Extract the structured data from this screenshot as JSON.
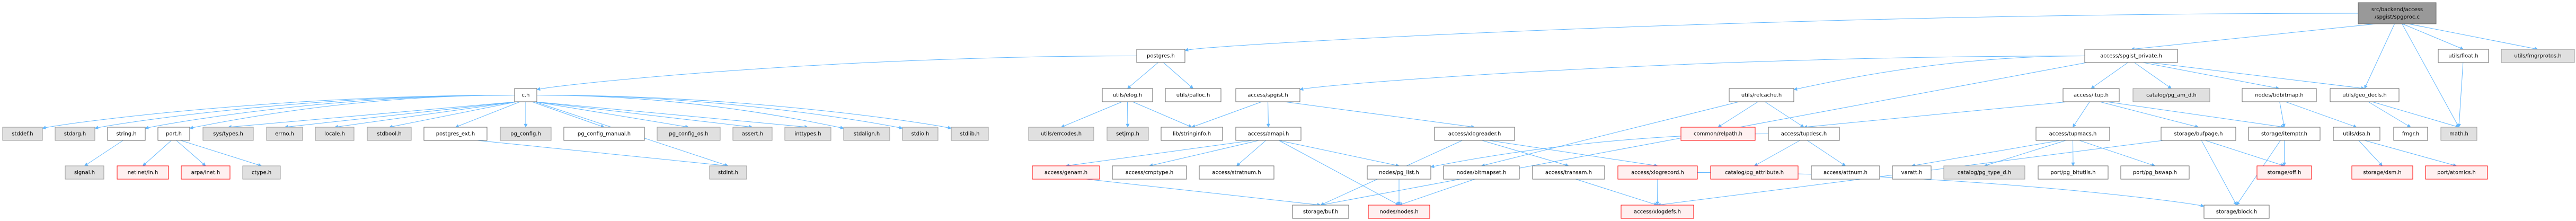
{
  "graph": {
    "type": "include-dependency-graph",
    "edge_color": "#63b8ff",
    "styles": {
      "main": {
        "fill": "#999999",
        "stroke": "#666666"
      },
      "normal": {
        "fill": "#ffffff",
        "stroke": "#666666"
      },
      "system": {
        "fill": "#e0e0e0",
        "stroke": "#999999"
      },
      "missing": {
        "fill": "#fff0f0",
        "stroke": "#ff0000"
      }
    },
    "nodes": [
      {
        "id": "src",
        "label": "src/backend/access\n/spgist/spgproc.c",
        "style": "main"
      },
      {
        "id": "postgres",
        "label": "postgres.h",
        "style": "normal"
      },
      {
        "id": "spgist_private",
        "label": "access/spgist_private.h",
        "style": "normal"
      },
      {
        "id": "float",
        "label": "utils/float.h",
        "style": "normal"
      },
      {
        "id": "fmgrprotos",
        "label": "utils/fmgrprotos.h",
        "style": "system"
      },
      {
        "id": "c",
        "label": "c.h",
        "style": "normal"
      },
      {
        "id": "elog",
        "label": "utils/elog.h",
        "style": "normal"
      },
      {
        "id": "palloc",
        "label": "utils/palloc.h",
        "style": "normal"
      },
      {
        "id": "spgist",
        "label": "access/spgist.h",
        "style": "normal"
      },
      {
        "id": "relcache",
        "label": "utils/relcache.h",
        "style": "normal"
      },
      {
        "id": "itup",
        "label": "access/itup.h",
        "style": "normal"
      },
      {
        "id": "pg_am_d",
        "label": "catalog/pg_am_d.h",
        "style": "system"
      },
      {
        "id": "tidbitmap",
        "label": "nodes/tidbitmap.h",
        "style": "normal"
      },
      {
        "id": "geo_decls",
        "label": "utils/geo_decls.h",
        "style": "normal"
      },
      {
        "id": "stddef",
        "label": "stddef.h",
        "style": "system"
      },
      {
        "id": "stdarg",
        "label": "stdarg.h",
        "style": "system"
      },
      {
        "id": "string",
        "label": "string.h",
        "style": "normal"
      },
      {
        "id": "port",
        "label": "port.h",
        "style": "normal"
      },
      {
        "id": "systypes",
        "label": "sys/types.h",
        "style": "system"
      },
      {
        "id": "errno",
        "label": "errno.h",
        "style": "system"
      },
      {
        "id": "locale",
        "label": "locale.h",
        "style": "system"
      },
      {
        "id": "stdbool",
        "label": "stdbool.h",
        "style": "system"
      },
      {
        "id": "postgres_ext",
        "label": "postgres_ext.h",
        "style": "normal"
      },
      {
        "id": "pg_config",
        "label": "pg_config.h",
        "style": "system"
      },
      {
        "id": "pg_config_manual",
        "label": "pg_config_manual.h",
        "style": "normal"
      },
      {
        "id": "pg_config_os",
        "label": "pg_config_os.h",
        "style": "system"
      },
      {
        "id": "assert",
        "label": "assert.h",
        "style": "system"
      },
      {
        "id": "inttypes",
        "label": "inttypes.h",
        "style": "system"
      },
      {
        "id": "stdalign",
        "label": "stdalign.h",
        "style": "system"
      },
      {
        "id": "stdio",
        "label": "stdio.h",
        "style": "system"
      },
      {
        "id": "stdlib",
        "label": "stdlib.h",
        "style": "system"
      },
      {
        "id": "errcodes",
        "label": "utils/errcodes.h",
        "style": "system"
      },
      {
        "id": "setjmp",
        "label": "setjmp.h",
        "style": "system"
      },
      {
        "id": "stringinfo",
        "label": "lib/stringinfo.h",
        "style": "normal"
      },
      {
        "id": "amapi",
        "label": "access/amapi.h",
        "style": "normal"
      },
      {
        "id": "xlogreader",
        "label": "access/xlogreader.h",
        "style": "normal"
      },
      {
        "id": "relpath",
        "label": "common/relpath.h",
        "style": "missing"
      },
      {
        "id": "tupdesc",
        "label": "access/tupdesc.h",
        "style": "normal"
      },
      {
        "id": "tupmacs",
        "label": "access/tupmacs.h",
        "style": "normal"
      },
      {
        "id": "bufpage",
        "label": "storage/bufpage.h",
        "style": "normal"
      },
      {
        "id": "itemptr",
        "label": "storage/itemptr.h",
        "style": "normal"
      },
      {
        "id": "dsa",
        "label": "utils/dsa.h",
        "style": "normal"
      },
      {
        "id": "fmgr",
        "label": "fmgr.h",
        "style": "normal"
      },
      {
        "id": "math",
        "label": "math.h",
        "style": "system"
      },
      {
        "id": "signal",
        "label": "signal.h",
        "style": "system"
      },
      {
        "id": "netinet",
        "label": "netinet/in.h",
        "style": "missing"
      },
      {
        "id": "arpa",
        "label": "arpa/inet.h",
        "style": "missing"
      },
      {
        "id": "ctype",
        "label": "ctype.h",
        "style": "system"
      },
      {
        "id": "stdint",
        "label": "stdint.h",
        "style": "system"
      },
      {
        "id": "genam",
        "label": "access/genam.h",
        "style": "missing"
      },
      {
        "id": "cmptype",
        "label": "access/cmptype.h",
        "style": "normal"
      },
      {
        "id": "stratnum",
        "label": "access/stratnum.h",
        "style": "normal"
      },
      {
        "id": "pg_list",
        "label": "nodes/pg_list.h",
        "style": "normal"
      },
      {
        "id": "bitmapset",
        "label": "nodes/bitmapset.h",
        "style": "normal"
      },
      {
        "id": "transam",
        "label": "access/transam.h",
        "style": "normal"
      },
      {
        "id": "xlogrecord",
        "label": "access/xlogrecord.h",
        "style": "missing"
      },
      {
        "id": "pg_attribute",
        "label": "catalog/pg_attribute.h",
        "style": "missing"
      },
      {
        "id": "attnum",
        "label": "access/attnum.h",
        "style": "normal"
      },
      {
        "id": "varatt",
        "label": "varatt.h",
        "style": "normal"
      },
      {
        "id": "pg_type_d",
        "label": "catalog/pg_type_d.h",
        "style": "system"
      },
      {
        "id": "pg_bitutils",
        "label": "port/pg_bitutils.h",
        "style": "normal"
      },
      {
        "id": "pg_bswap",
        "label": "port/pg_bswap.h",
        "style": "normal"
      },
      {
        "id": "off",
        "label": "storage/off.h",
        "style": "missing"
      },
      {
        "id": "dsm",
        "label": "storage/dsm.h",
        "style": "missing"
      },
      {
        "id": "atomics",
        "label": "port/atomics.h",
        "style": "missing"
      },
      {
        "id": "buf",
        "label": "storage/buf.h",
        "style": "normal"
      },
      {
        "id": "nodes",
        "label": "nodes/nodes.h",
        "style": "missing"
      },
      {
        "id": "xlogdefs",
        "label": "access/xlogdefs.h",
        "style": "missing"
      },
      {
        "id": "block",
        "label": "storage/block.h",
        "style": "normal"
      }
    ],
    "edges": [
      [
        "src",
        "postgres"
      ],
      [
        "src",
        "spgist_private"
      ],
      [
        "src",
        "geo_decls"
      ],
      [
        "src",
        "math"
      ],
      [
        "src",
        "float"
      ],
      [
        "src",
        "fmgrprotos"
      ],
      [
        "postgres",
        "c"
      ],
      [
        "postgres",
        "elog"
      ],
      [
        "postgres",
        "palloc"
      ],
      [
        "c",
        "stddef"
      ],
      [
        "c",
        "stdarg"
      ],
      [
        "c",
        "string"
      ],
      [
        "c",
        "port"
      ],
      [
        "c",
        "systypes"
      ],
      [
        "c",
        "errno"
      ],
      [
        "c",
        "locale"
      ],
      [
        "c",
        "stdbool"
      ],
      [
        "c",
        "postgres_ext"
      ],
      [
        "c",
        "pg_config"
      ],
      [
        "c",
        "pg_config_manual"
      ],
      [
        "c",
        "pg_config_os"
      ],
      [
        "c",
        "assert"
      ],
      [
        "c",
        "inttypes"
      ],
      [
        "c",
        "stdalign"
      ],
      [
        "c",
        "stdio"
      ],
      [
        "c",
        "stdlib"
      ],
      [
        "c",
        "stdint"
      ],
      [
        "string",
        "signal"
      ],
      [
        "port",
        "netinet"
      ],
      [
        "port",
        "arpa"
      ],
      [
        "port",
        "ctype"
      ],
      [
        "postgres_ext",
        "stdint"
      ],
      [
        "elog",
        "errcodes"
      ],
      [
        "elog",
        "setjmp"
      ],
      [
        "elog",
        "stringinfo"
      ],
      [
        "spgist",
        "stringinfo"
      ],
      [
        "spgist",
        "amapi"
      ],
      [
        "spgist",
        "xlogreader"
      ],
      [
        "amapi",
        "genam"
      ],
      [
        "amapi",
        "cmptype"
      ],
      [
        "amapi",
        "stratnum"
      ],
      [
        "amapi",
        "pg_list"
      ],
      [
        "amapi",
        "nodes"
      ],
      [
        "genam",
        "buf"
      ],
      [
        "xlogreader",
        "buf"
      ],
      [
        "xlogreader",
        "transam"
      ],
      [
        "xlogreader",
        "xlogrecord"
      ],
      [
        "pg_list",
        "nodes"
      ],
      [
        "bitmapset",
        "nodes"
      ],
      [
        "transam",
        "xlogdefs"
      ],
      [
        "relcache",
        "bitmapset"
      ],
      [
        "relcache",
        "relpath"
      ],
      [
        "relcache",
        "tupdesc"
      ],
      [
        "tupdesc",
        "pg_list"
      ],
      [
        "tupdesc",
        "pg_attribute"
      ],
      [
        "tupdesc",
        "attnum"
      ],
      [
        "xlogrecord",
        "xlogdefs"
      ],
      [
        "xlogrecord",
        "block"
      ],
      [
        "spgist_private",
        "spgist"
      ],
      [
        "spgist_private",
        "buf"
      ],
      [
        "spgist_private",
        "relcache"
      ],
      [
        "spgist_private",
        "itup"
      ],
      [
        "spgist_private",
        "pg_am_d"
      ],
      [
        "spgist_private",
        "tidbitmap"
      ],
      [
        "spgist_private",
        "geo_decls"
      ],
      [
        "itup",
        "tupdesc"
      ],
      [
        "itup",
        "tupmacs"
      ],
      [
        "itup",
        "bufpage"
      ],
      [
        "itup",
        "itemptr"
      ],
      [
        "tupmacs",
        "varatt"
      ],
      [
        "tupmacs",
        "pg_type_d"
      ],
      [
        "tupmacs",
        "pg_bitutils"
      ],
      [
        "tupmacs",
        "pg_bswap"
      ],
      [
        "bufpage",
        "xlogdefs"
      ],
      [
        "bufpage",
        "block"
      ],
      [
        "bufpage",
        "off"
      ],
      [
        "itemptr",
        "off"
      ],
      [
        "itemptr",
        "block"
      ],
      [
        "tidbitmap",
        "itemptr"
      ],
      [
        "tidbitmap",
        "dsa"
      ],
      [
        "dsa",
        "dsm"
      ],
      [
        "dsa",
        "atomics"
      ],
      [
        "geo_decls",
        "fmgr"
      ],
      [
        "geo_decls",
        "math"
      ],
      [
        "float",
        "math"
      ]
    ]
  }
}
